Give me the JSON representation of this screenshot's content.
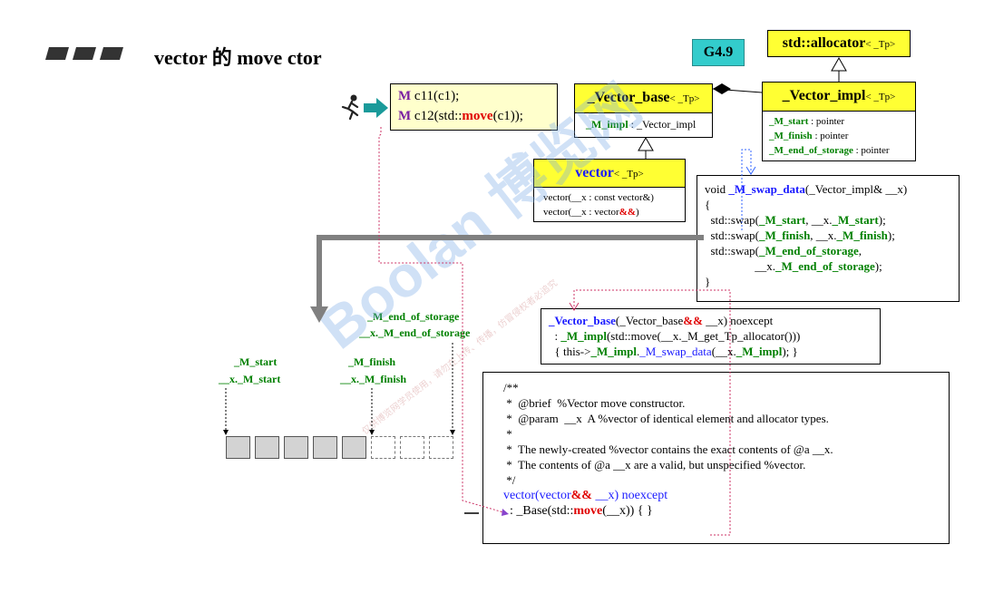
{
  "title": {
    "text": "vector 的 move ctor"
  },
  "badge": {
    "text": "G4.9"
  },
  "user_code": {
    "line1_prefix": "M",
    "line1_rest": " c11(c1);",
    "line2_prefix": "M",
    "line2_mid": " c12(std::",
    "line2_move": "move",
    "line2_end": "(c1));"
  },
  "allocator": {
    "name": "std::allocator",
    "tparam": "< _Tp>"
  },
  "vector_base": {
    "name": "_Vector_base",
    "tparam": "< _Tp>",
    "member_name": "_M_impl",
    "member_type": " : _Vector_impl"
  },
  "vector_impl": {
    "name": "_Vector_impl",
    "tparam": "< _Tp>",
    "m1_name": "_M_start",
    "m1_type": " : pointer",
    "m2_name": "_M_finish",
    "m2_type": " : pointer",
    "m3_name": "_M_end_of_storage",
    "m3_type": " : pointer"
  },
  "vector": {
    "name": "vector",
    "tparam": "< _Tp>",
    "op1": "vector(__x : const vector&)",
    "op2_pre": "vector(__x : vector",
    "op2_rr": "&&",
    "op2_post": ")"
  },
  "swap_data": {
    "l1_pre": "void ",
    "l1_fn": "_M_swap_data",
    "l1_post": "(_Vector_impl& __x)",
    "l2": "{",
    "l3_pre": "  std::swap(",
    "l3_a": "_M_start",
    "l3_mid": ", __x.",
    "l3_b": "_M_start",
    "l3_post": ");",
    "l4_pre": "  std::swap(",
    "l4_a": "_M_finish",
    "l4_mid": ", __x.",
    "l4_b": "_M_finish",
    "l4_post": ");",
    "l5_pre": "  std::swap(",
    "l5_a": "_M_end_of_storage",
    "l5_post": ",",
    "l6_pre": "                 __x.",
    "l6_b": "_M_end_of_storage",
    "l6_post": ");",
    "l7": "}"
  },
  "base_ctor": {
    "l1_fn": "_Vector_base",
    "l1_a": "(_Vector_base",
    "l1_rr": "&&",
    "l1_b": " __x) noexcept",
    "l2_pre": "  : ",
    "l2_fn": "_M_impl",
    "l2_post": "(std::move(__x._M_get_Tp_allocator()))",
    "l3_pre": "  { this->",
    "l3_a": "_M_impl",
    "l3_dot": ".",
    "l3_fn": "_M_swap_data",
    "l3_mid": "(__x.",
    "l3_b": "_M_impl",
    "l3_post": "); }"
  },
  "doc": {
    "l1": "/**",
    "l2": " *  @brief  %Vector move constructor.",
    "l3": " *  @param  __x  A %vector of identical element and allocator types.",
    "l4": " *",
    "l5": " *  The newly-created %vector contains the exact contents of @a __x.",
    "l6": " *  The contents of @a __x are a valid, but unspecified %vector.",
    "l7": " */",
    "l8_pre": "vector(vector",
    "l8_rr": "&&",
    "l8_post": " __x) noexcept",
    "l9_pre": "  : _Base(std::",
    "l9_move": "move",
    "l9_post": "(__x)) { }"
  },
  "labels": {
    "eos": "_M_end_of_storage",
    "x_eos": "__x._M_end_of_storage",
    "start": "_M_start",
    "x_start": "__x._M_start",
    "finish": "_M_finish",
    "x_finish": "__x._M_finish"
  },
  "memory": {
    "filled_cells": 5,
    "total_cells": 8
  },
  "watermark": {
    "text": "Boolan 博览网",
    "subtext": "仅供博览网学员使用，请勿在上传、传播，仿冒侵权者必追究"
  },
  "colors": {
    "yellow": "#ffff33",
    "green": "#008000",
    "blue": "#1a1aff",
    "red": "#e00000",
    "teal": "#1a9a9a"
  }
}
